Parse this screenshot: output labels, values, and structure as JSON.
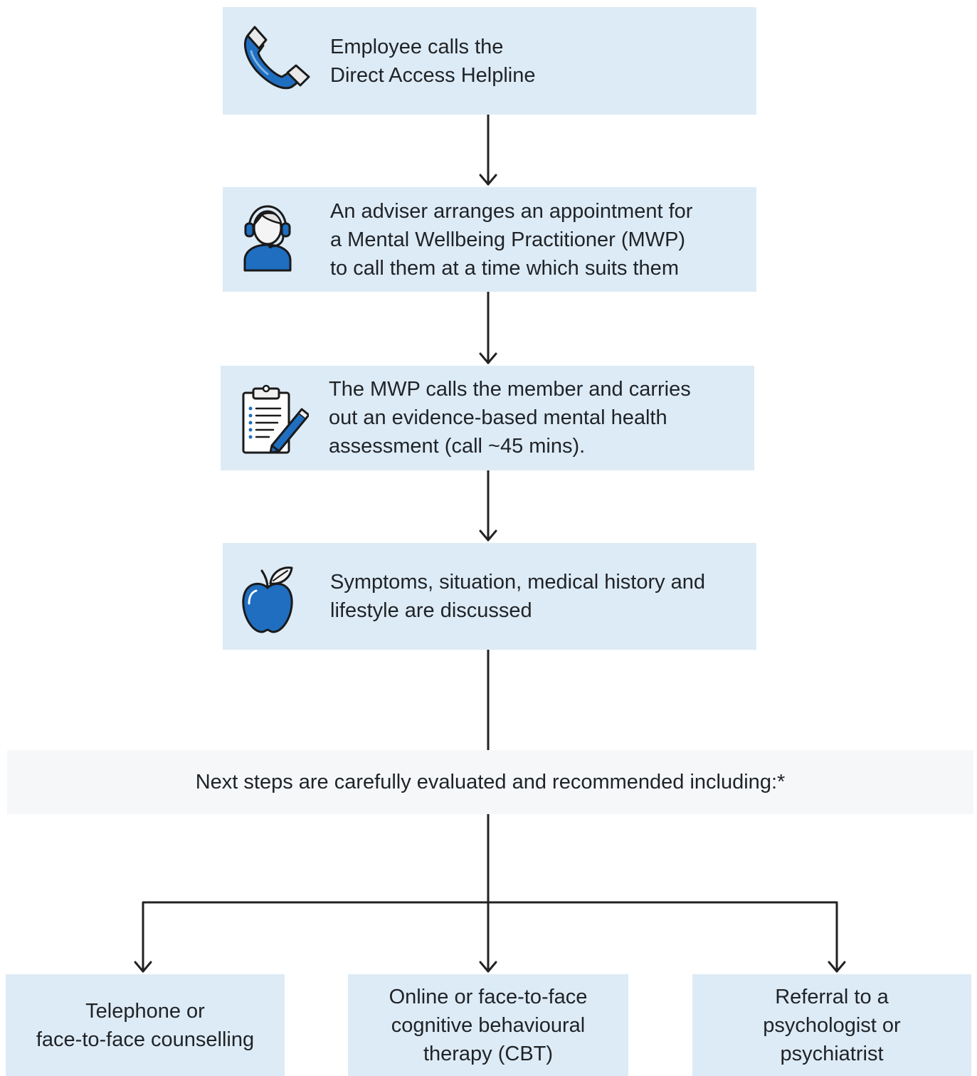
{
  "steps": [
    {
      "icon": "phone-icon",
      "text": "Employee calls the\nDirect Access Helpline"
    },
    {
      "icon": "headset-adviser-icon",
      "text": "An adviser arranges an appointment for\na Mental Wellbeing Practitioner (MWP)\nto call them at a time which suits them"
    },
    {
      "icon": "clipboard-pencil-icon",
      "text": "The MWP calls the member and carries\nout an evidence-based mental health\nassessment (call ~45 mins)."
    },
    {
      "icon": "apple-icon",
      "text": "Symptoms, situation, medical history and\nlifestyle are discussed"
    }
  ],
  "next_steps": {
    "text": "Next steps are carefully evaluated and recommended including:*"
  },
  "outcomes": [
    {
      "text": "Telephone or\nface-to-face counselling"
    },
    {
      "text": "Online or face-to-face\ncognitive behavioural\ntherapy (CBT)"
    },
    {
      "text": "Referral to a\npsychologist or\npsychiatrist"
    }
  ],
  "colors": {
    "box_fill": "#ddebf6",
    "next_box_fill": "#f5f7f9",
    "icon_blue": "#1f6ec0",
    "line": "#222222"
  }
}
